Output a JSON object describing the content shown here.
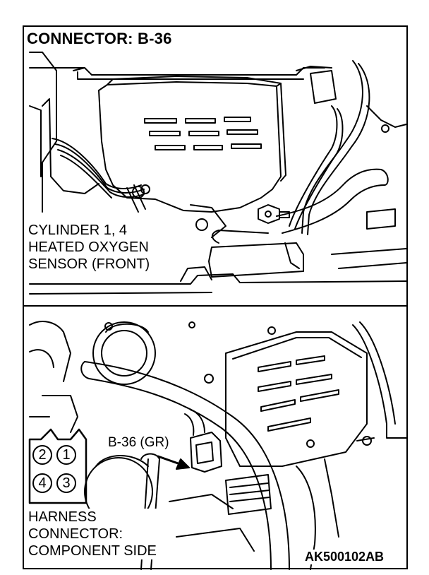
{
  "title": "CONNECTOR: B-36",
  "sensor_label": {
    "line1": "CYLINDER 1, 4",
    "line2": "HEATED OXYGEN",
    "line3": "SENSOR (FRONT)"
  },
  "connector_callout": "B-36 (GR)",
  "connector_pins": {
    "pin_top_left": "2",
    "pin_top_right": "1",
    "pin_bottom_left": "4",
    "pin_bottom_right": "3"
  },
  "harness_label": {
    "line1": "HARNESS",
    "line2": "CONNECTOR:",
    "line3": "COMPONENT SIDE"
  },
  "figure_code": "AK500102AB",
  "colors": {
    "line": "#000000",
    "background": "#ffffff"
  }
}
